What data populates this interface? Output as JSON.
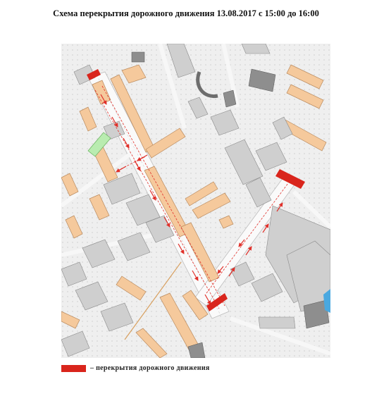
{
  "title": "Схема перекрытия дорожного движения 13.08.2017 с 15:00 до 16:00",
  "legend": {
    "label": "– перекрытия дорожного движения",
    "color": "#d9251c"
  },
  "map": {
    "colors": {
      "background": "#efefef",
      "road": "#fafafa",
      "residential": "#f5c99c",
      "residential_stroke": "#b98a5e",
      "other_building": "#cfcfcf",
      "dark_building": "#8e8e8e",
      "park": "#b9ecb0",
      "water": "#4aa8e0",
      "closure": "#d9251c",
      "detour_arrow": "#e0302a"
    },
    "icons": [
      "closure-bar",
      "detour-arrow",
      "building",
      "park",
      "water"
    ]
  }
}
